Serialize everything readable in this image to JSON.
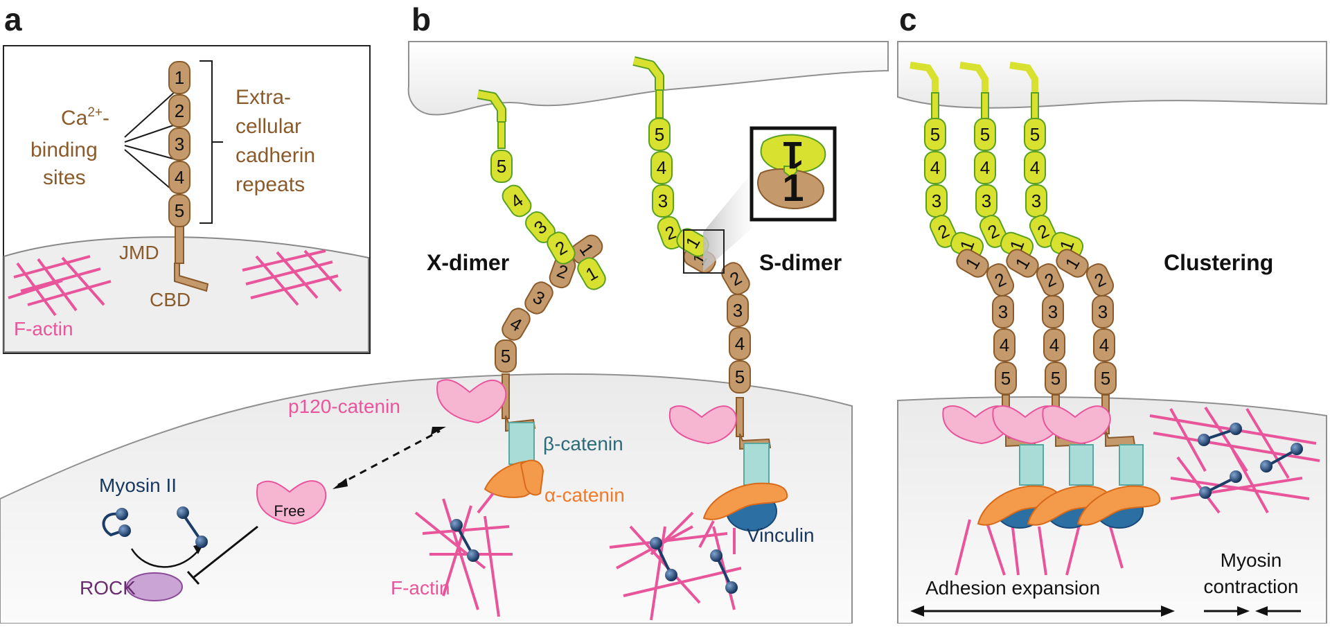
{
  "panels": {
    "a": {
      "letter": "a",
      "domains": [
        "1",
        "2",
        "3",
        "4",
        "5"
      ],
      "ca_binding_line1": "Ca",
      "ca_binding_sup": "2+",
      "ca_binding_line1_suffix": "-",
      "ca_binding_line2": "binding",
      "ca_binding_line3": "sites",
      "extracellular_line1": "Extra-",
      "extracellular_line2": "cellular",
      "extracellular_line3": "cadherin",
      "extracellular_line4": "repeats",
      "jmd": "JMD",
      "cbd": "CBD",
      "factin": "F-actin"
    },
    "b": {
      "letter": "b",
      "xdimer": "X-dimer",
      "sdimer": "S-dimer",
      "p120": "p120-catenin",
      "beta": "β-catenin",
      "alpha": "α-catenin",
      "vinculin": "Vinculin",
      "factin": "F-actin",
      "myosin": "Myosin II",
      "free": "Free",
      "rock": "ROCK",
      "inset_label": "1"
    },
    "c": {
      "letter": "c",
      "clustering": "Clustering",
      "adhesion_expansion": "Adhesion expansion",
      "myosin_line1": "Myosin",
      "myosin_line2": "contraction"
    }
  },
  "colors": {
    "cadherin_brown": "#c49a6c",
    "cadherin_green": "#d8e12f",
    "actin_pink": "#e8559a",
    "p120_pink": "#f6b6d2",
    "beta_teal": "#a9dcd6",
    "alpha_orange": "#f39a4b",
    "vinculin_blue": "#2c6fa3",
    "myosin_navy": "#1d3d69",
    "rock_purple": "#c9a4d4",
    "membrane_gray": "#f0f0f0"
  }
}
